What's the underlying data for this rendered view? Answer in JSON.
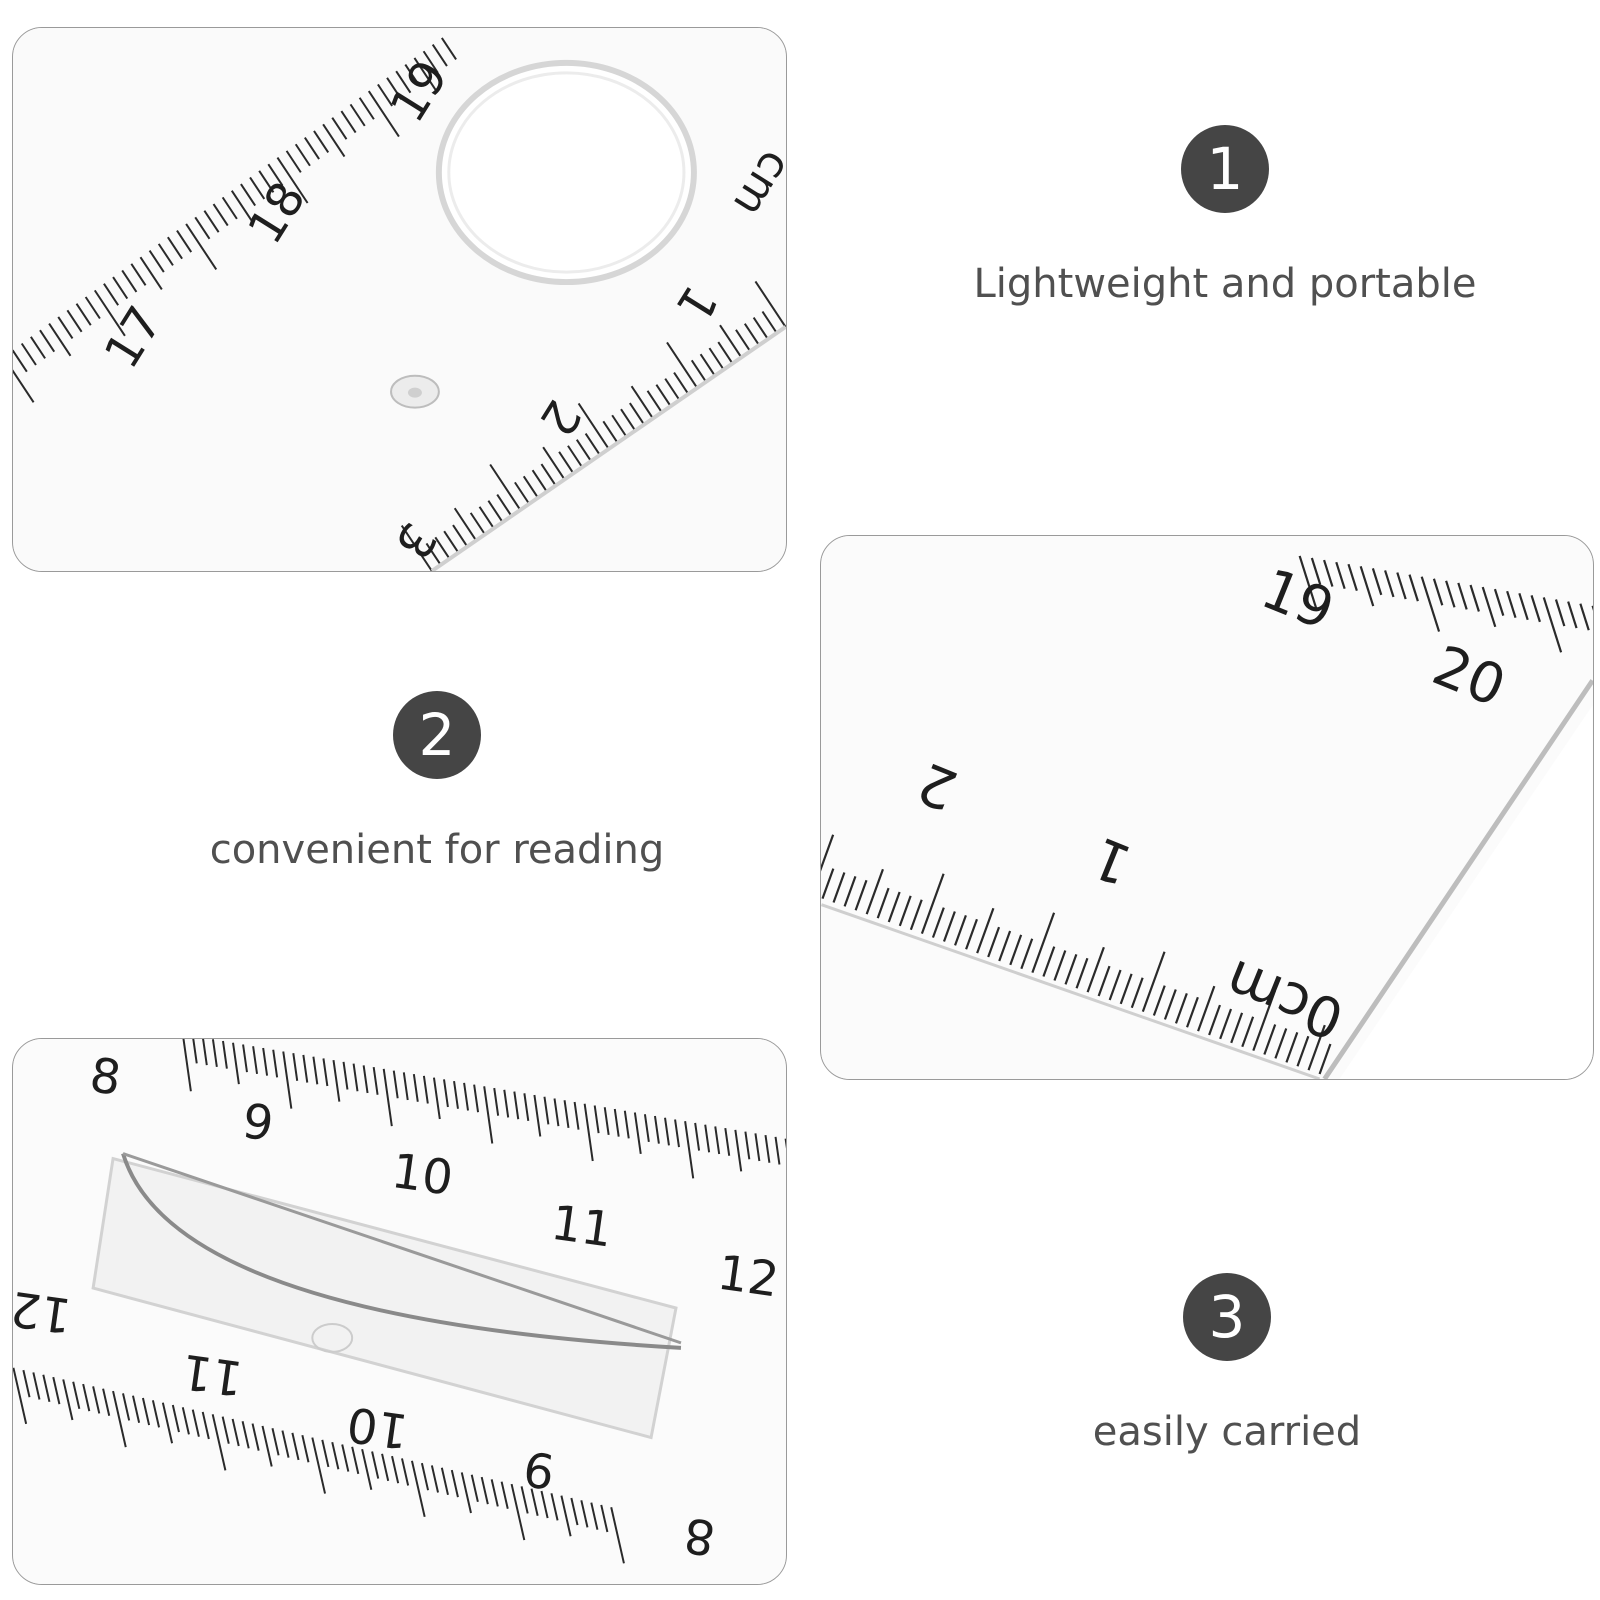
{
  "features": [
    {
      "number": "1",
      "caption": "Lightweight and portable"
    },
    {
      "number": "2",
      "caption": "convenient for reading"
    },
    {
      "number": "3",
      "caption": "easily carried"
    }
  ],
  "panel1": {
    "labels": [
      "19",
      "18",
      "17",
      "cm",
      "1",
      "2",
      "3"
    ]
  },
  "panel2": {
    "labels": [
      "19",
      "20",
      "2",
      "1",
      "0cm"
    ]
  },
  "panel3": {
    "top_labels": [
      "8",
      "9",
      "10",
      "11",
      "12"
    ],
    "bottom_labels": [
      "12",
      "11",
      "10",
      "9",
      "8"
    ]
  },
  "colors": {
    "badge": "#454545",
    "caption": "#505050",
    "ink": "#1e1e1e",
    "panel_border": "#9a9a9a"
  }
}
